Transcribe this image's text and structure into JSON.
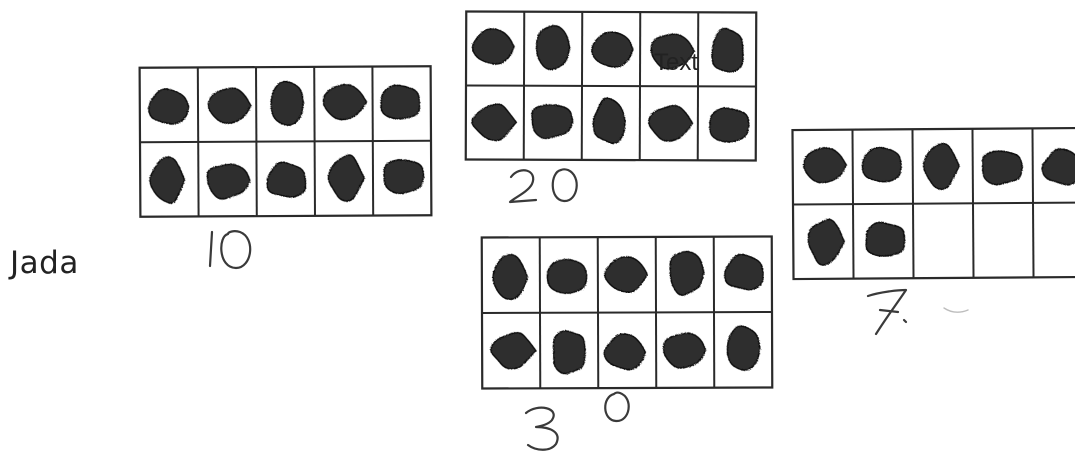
{
  "student": {
    "name": "Jada"
  },
  "overlay": {
    "text": "Text"
  },
  "ten_frames": [
    {
      "id": "frame-a",
      "filled": 10,
      "label": "10"
    },
    {
      "id": "frame-b",
      "filled": 10,
      "label": "20"
    },
    {
      "id": "frame-c",
      "filled": 10,
      "label": "30"
    },
    {
      "id": "frame-d",
      "filled": 7,
      "label": "7"
    }
  ]
}
